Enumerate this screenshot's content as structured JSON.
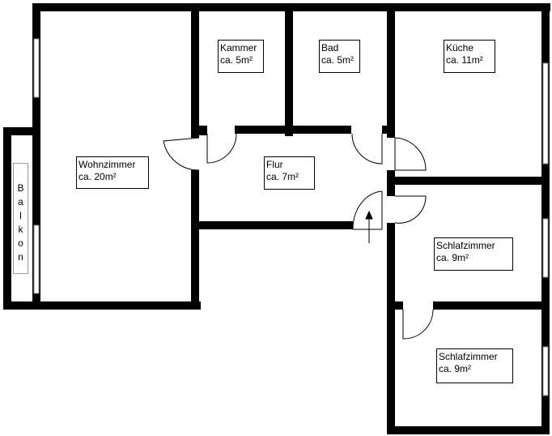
{
  "rooms": {
    "wohnzimmer": {
      "name": "Wohnzimmer",
      "area": "ca. 20m²"
    },
    "kammer": {
      "name": "Kammer",
      "area": "ca. 5m²"
    },
    "bad": {
      "name": "Bad",
      "area": "ca. 5m²"
    },
    "kueche": {
      "name": "Küche",
      "area": "ca. 11m²"
    },
    "flur": {
      "name": "Flur",
      "area": "ca. 7m²"
    },
    "schlafzimmer1": {
      "name": "Schlafzimmer",
      "area": "ca. 9m²"
    },
    "schlafzimmer2": {
      "name": "Schlafzimmer",
      "area": "ca. 9m²"
    }
  },
  "balkon": {
    "letters": [
      "B",
      "a",
      "l",
      "k",
      "o",
      "n"
    ]
  },
  "colors": {
    "wall": "#000000",
    "background": "#ffffff",
    "window": "#ffffff"
  }
}
